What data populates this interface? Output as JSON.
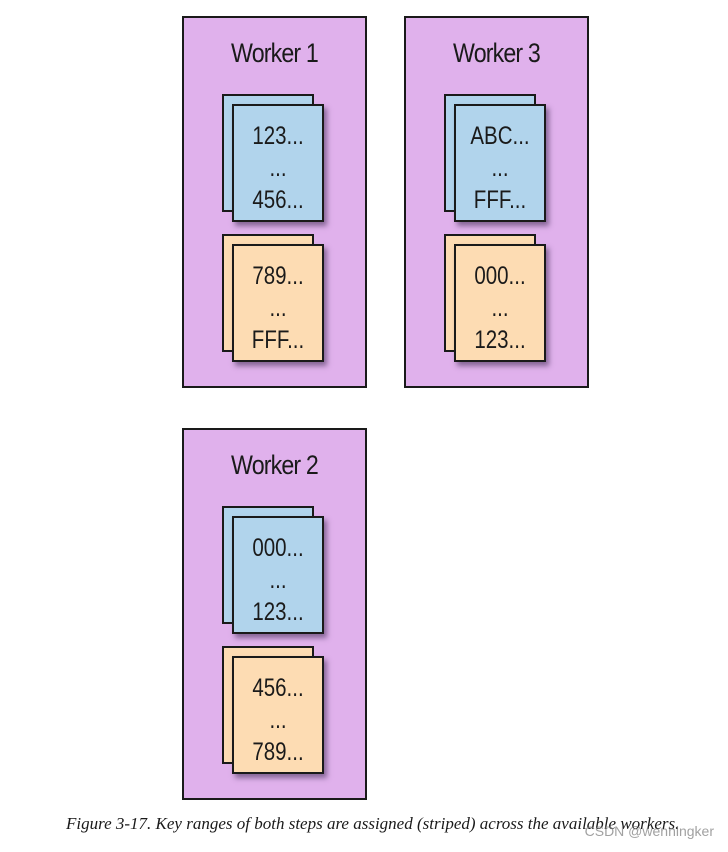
{
  "workers": [
    {
      "title": "Worker 1",
      "stacks": [
        {
          "lines": [
            "123...",
            "...",
            "456..."
          ],
          "color": "blue"
        },
        {
          "lines": [
            "789...",
            "...",
            "FFF..."
          ],
          "color": "orange"
        }
      ]
    },
    {
      "title": "Worker 3",
      "stacks": [
        {
          "lines": [
            "ABC...",
            "...",
            "FFF..."
          ],
          "color": "blue"
        },
        {
          "lines": [
            "000...",
            "...",
            "123..."
          ],
          "color": "orange"
        }
      ]
    },
    {
      "title": "Worker 2",
      "stacks": [
        {
          "lines": [
            "000...",
            "...",
            "123..."
          ],
          "color": "blue"
        },
        {
          "lines": [
            "456...",
            "...",
            "789..."
          ],
          "color": "orange"
        }
      ]
    }
  ],
  "colors": {
    "worker_bg": "#e0b1ec",
    "blue_card": "#b1d4ec",
    "orange_card": "#fddcb3"
  },
  "caption": "Figure 3-17. Key ranges of both steps are assigned (striped) across the available workers.",
  "watermark": "CSDN @wenningker"
}
